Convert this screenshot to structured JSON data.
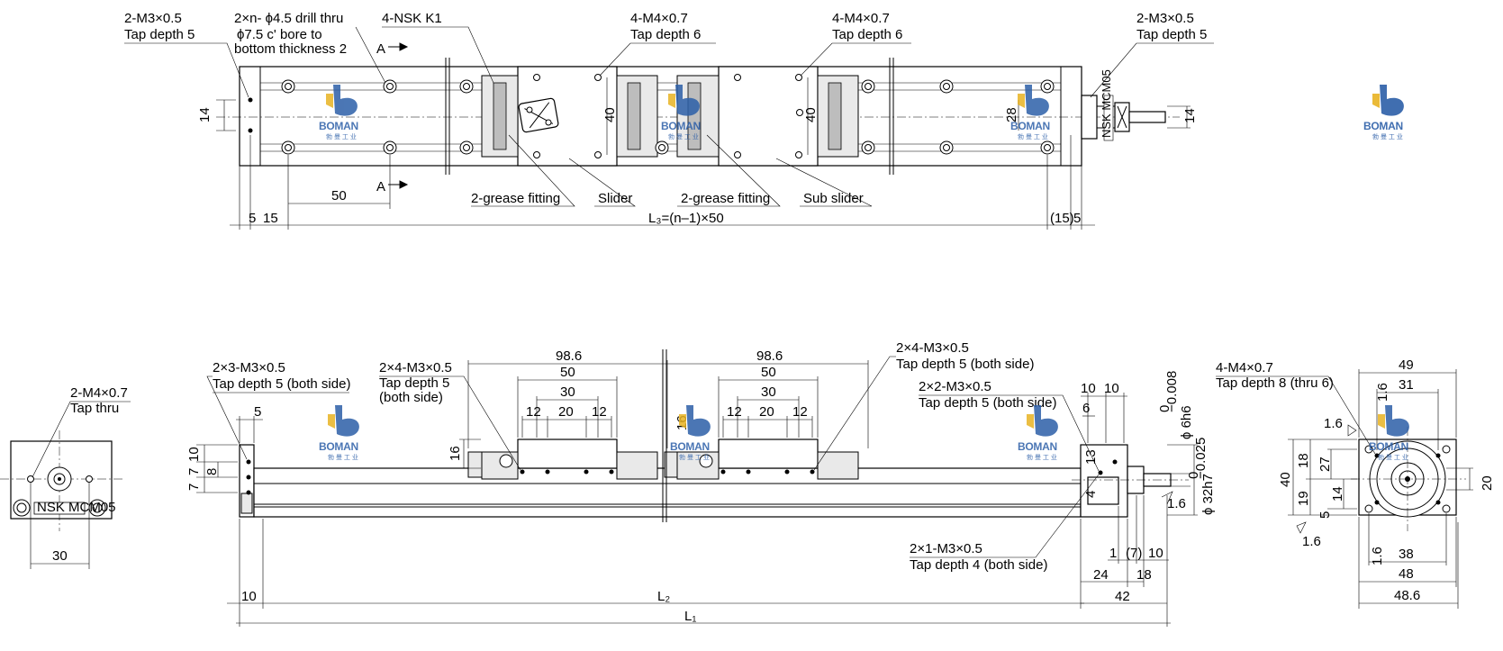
{
  "top_view": {
    "callouts": {
      "tap_left": "2-M3×0.5",
      "tap_left_depth": "Tap depth 5",
      "drill": "2×n- ϕ4.5 drill thru",
      "bore": "ϕ7.5 c' bore to",
      "bore2": "bottom thickness 2",
      "nsk": "4-NSK   K1",
      "m4_slider": "4-M4×0.7",
      "m4_slider_depth": "Tap depth 6",
      "m4_sub": "4-M4×0.7",
      "m4_sub_depth": "Tap depth 6",
      "tap_right": "2-M3×0.5",
      "tap_right_depth": "Tap depth 5",
      "grease1": "2-grease fitting",
      "slider": "Slider",
      "grease2": "2-grease fitting",
      "sub_slider": "Sub slider",
      "section_a_top": "A",
      "section_a_bottom": "A",
      "plate_label": "NSK MCM05"
    },
    "dims": {
      "d14_left": "14",
      "d5_left": "5",
      "d15": "15",
      "d50": "50",
      "l3": "L₃=(n–1)×50",
      "d15_right": "(15)",
      "d5_right": "5",
      "d40_slider": "40",
      "d40_sub": "40",
      "d28": "28",
      "d14_right": "14"
    }
  },
  "front_view": {
    "callouts": {
      "m3_both": "2×3-M3×0.5",
      "m3_both_depth": "Tap depth 5 (both side)",
      "m3x4": "2×4-M3×0.5",
      "m3x4_depth": "Tap depth 5",
      "m3x4_side": "(both side)",
      "m3x4_right": "2×4-M3×0.5",
      "m3x4_right_depth": "Tap depth 5 (both side)",
      "m3x2": "2×2-M3×0.5",
      "m3x2_depth": "Tap depth 5 (both side)",
      "m3x1": "2×1-M3×0.5",
      "m3x1_depth": "Tap depth 4 (both side)"
    },
    "dims": {
      "d98_left": "98.6",
      "d50_left": "50",
      "d30_left": "30",
      "d12a": "12",
      "d20a": "20",
      "d12b": "12",
      "d98_right": "98.6",
      "d50_right": "50",
      "d30_right": "30",
      "d12c": "12",
      "d20b": "20",
      "d12d": "12",
      "d16_mid": "16",
      "d16_left": "16",
      "d5_top": "5",
      "d7a": "7",
      "d7b": "7",
      "d10": "10",
      "d8": "8",
      "d10_base": "10",
      "l2": "L₂",
      "l1": "L₁",
      "d10a": "10",
      "d10b": "10",
      "d6": "6",
      "d13": "13",
      "d4": "4",
      "shaft": "ϕ 6h6",
      "shaft_tol_up": "0",
      "shaft_tol_dn": "−0.008",
      "boss": "ϕ 32h7",
      "boss_tol_up": "0",
      "boss_tol_dn": "−0.025",
      "rough": "1.6",
      "d1": "1",
      "d7": "(7)",
      "d10c": "10",
      "d24": "24",
      "d18": "18",
      "d42": "42"
    }
  },
  "left_end": {
    "callout": "2-M4×0.7",
    "callout_depth": "Tap thru",
    "d30": "30",
    "plate": "NSK MCM05"
  },
  "right_end": {
    "callout": "4-M4×0.7",
    "callout_depth": "Tap depth 8 (thru 6)",
    "d49": "49",
    "d31": "31",
    "d16a": "1.6",
    "d16b": "1.6",
    "d16c": "1.6",
    "d16d": "1.6",
    "d18": "18",
    "d27": "27",
    "d40": "40",
    "d19": "19",
    "d14": "14",
    "d5": "5",
    "d20": "20",
    "d38": "38",
    "d48": "48",
    "d48_6": "48.6"
  },
  "watermark": {
    "brand": "BOMAN",
    "sub": "勃 曼 工 业"
  },
  "colors": {
    "logo_blue": "#2c5fa8",
    "logo_yellow": "#e8b323"
  }
}
